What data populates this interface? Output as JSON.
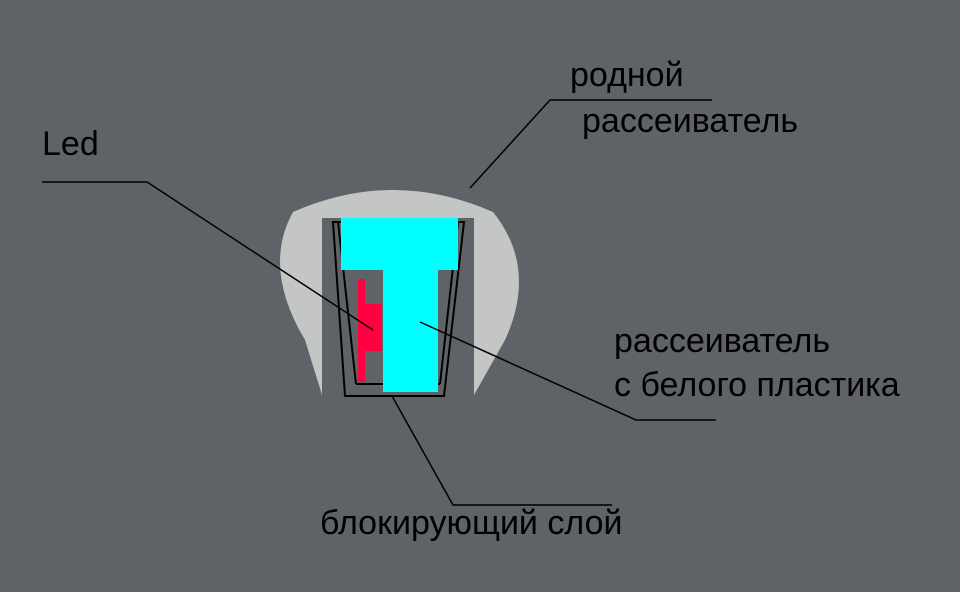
{
  "labels": {
    "led": "Led",
    "native_diffuser_line1": "родной",
    "native_diffuser_line2": "рассеиватель",
    "white_plastic_diffuser_line1": "рассеиватель",
    "white_plastic_diffuser_line2": "с белого пластика",
    "blocking_layer": "блокирующий слой"
  },
  "colors": {
    "background": "#5f6266",
    "native_diffuser": "#c4c6c6",
    "white_plastic_diffuser": "#00ffff",
    "led": "#ff0040",
    "outline": "#000000",
    "text": "#000000"
  }
}
